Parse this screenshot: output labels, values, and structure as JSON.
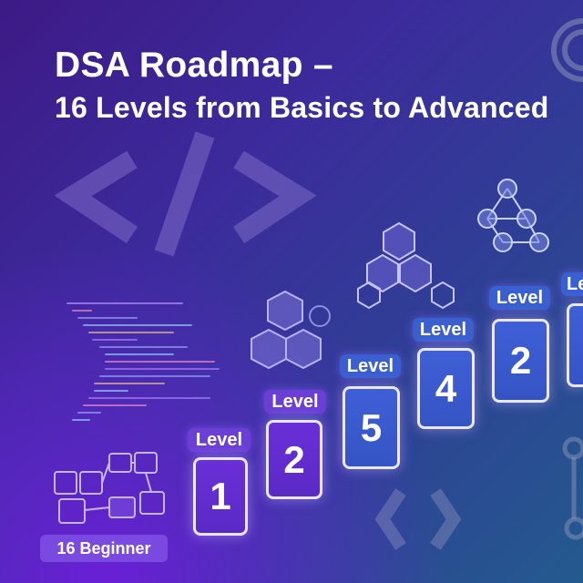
{
  "header": {
    "title_line1": "DSA Roadmap –",
    "title_line2": "16 Levels from Basics to Advanced"
  },
  "steps": [
    {
      "label": "Level",
      "number": "1"
    },
    {
      "label": "Level",
      "number": "2"
    },
    {
      "label": "Level",
      "number": "5"
    },
    {
      "label": "Level",
      "number": "4"
    },
    {
      "label": "Level",
      "number": "2"
    },
    {
      "label": "Le",
      "number": ""
    }
  ],
  "badge": {
    "text": "16 Beginner"
  },
  "icons": [
    "code-brackets-icon",
    "cube-stack-icon",
    "hexagon-network-icon",
    "graph-node-icon",
    "gear-icon",
    "flowchart-icon",
    "code-snippet-icon"
  ],
  "colors": {
    "accent_purple": "#6b3fd6",
    "accent_blue": "#3a5fd0",
    "card_border": "#e9e6ff"
  }
}
